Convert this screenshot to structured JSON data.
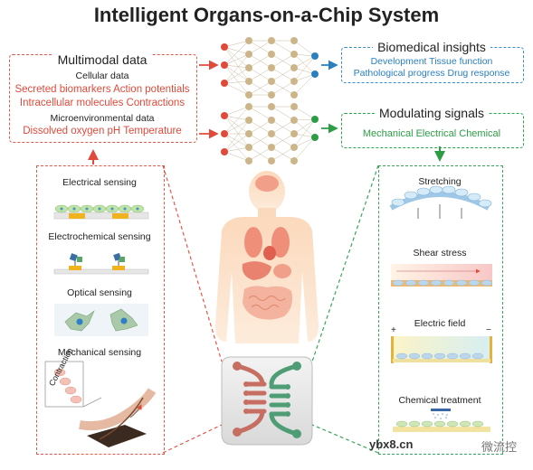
{
  "title": "Intelligent Organs-on-a-Chip System",
  "multimodal": {
    "heading": "Multimodal data",
    "cellular_heading": "Cellular data",
    "cellular_line1": "Secreted biomarkers  Action potentials",
    "cellular_line2": "Intracellular molecules  Contractions",
    "micro_heading": "Microenvironmental data",
    "micro_line": "Dissolved oxygen  pH  Temperature"
  },
  "insights": {
    "heading": "Biomedical insights",
    "line1": "Development  Tissue function",
    "line2": "Pathological progress  Drug response"
  },
  "signals": {
    "heading": "Modulating signals",
    "line": "Mechanical  Electrical  Chemical"
  },
  "sensing": {
    "electrical": "Electrical sensing",
    "electrochemical": "Electrochemical sensing",
    "optical": "Optical sensing",
    "mechanical": "Mechanical sensing",
    "contraction": "Contraction"
  },
  "stimuli": {
    "stretching": "Stretching",
    "shear": "Shear stress",
    "electric": "Electric field",
    "chemical": "Chemical treatment",
    "plus": "+",
    "minus": "−"
  },
  "watermark": {
    "left": "ybx8.cn",
    "right": "微流控"
  },
  "colors": {
    "red": "#e04a3a",
    "blue": "#2a7fc1",
    "green": "#2c9d45",
    "node": "#cdb58a",
    "body": "#f6c9a3"
  }
}
